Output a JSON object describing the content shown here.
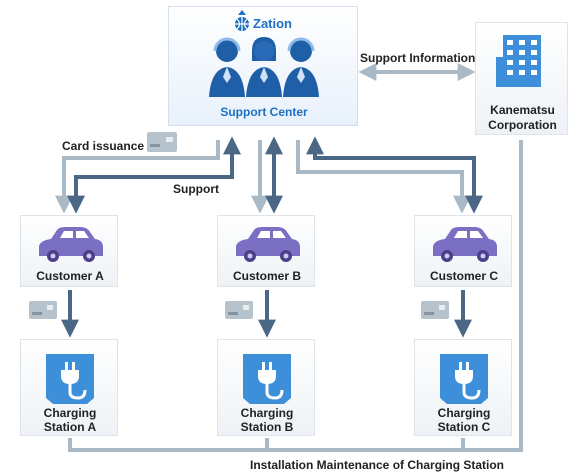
{
  "brand": {
    "name": "Zation",
    "color": "#1f6fc4"
  },
  "support_center": {
    "label": "Support Center"
  },
  "corporation": {
    "label_line1": "Kanematsu",
    "label_line2": "Corporation"
  },
  "edges": {
    "support_information": "Support Information",
    "card_issuance": "Card issuance",
    "support": "Support",
    "installation_maintenance": "Installation Maintenance of Charging Station"
  },
  "customers": [
    {
      "label": "Customer A"
    },
    {
      "label": "Customer B"
    },
    {
      "label": "Customer C"
    }
  ],
  "stations": [
    {
      "line1": "Charging",
      "line2": "Station A"
    },
    {
      "line1": "Charging",
      "line2": "Station B"
    },
    {
      "line1": "Charging",
      "line2": "Station C"
    }
  ],
  "colors": {
    "dark_arrow": "#4a6785",
    "light_arrow": "#a9bac6",
    "car": "#7b6fc4",
    "station": "#3d8fd9",
    "building": "#3d8fd9",
    "person": "#1f5fa8"
  },
  "icons": [
    "zation-logo-icon",
    "support-person-icon",
    "building-icon",
    "card-icon",
    "car-icon",
    "charging-plug-icon"
  ]
}
